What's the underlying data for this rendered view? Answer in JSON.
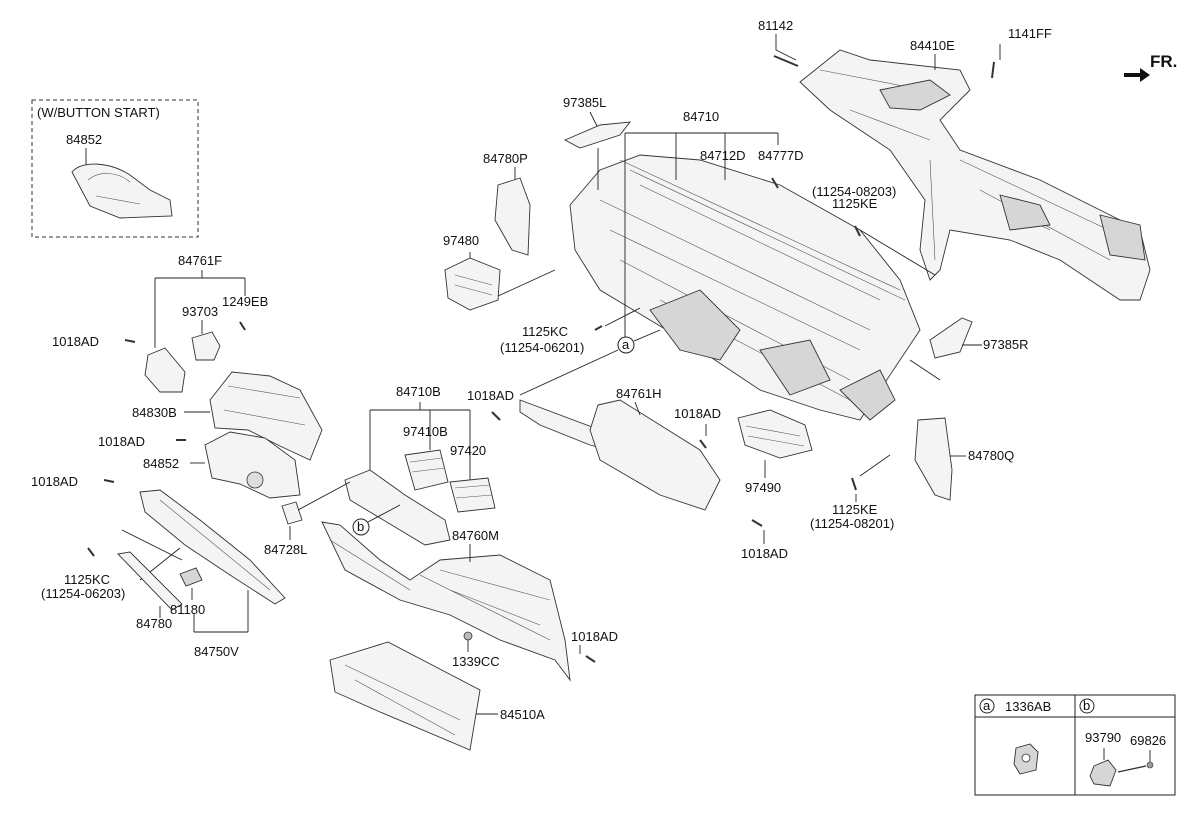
{
  "diagram": {
    "direction_label": "FR.",
    "variant_box_title": "(W/BUTTON START)",
    "callouts": {
      "c81142": "81142",
      "c84410E": "84410E",
      "c1141FF": "1141FF",
      "c97385L": "97385L",
      "c84710": "84710",
      "c84712D": "84712D",
      "c84777D": "84777D",
      "c84780P": "84780P",
      "c11254_08203": "(11254-08203)",
      "c1125KE_a": "1125KE",
      "c97480": "97480",
      "c84852_box": "84852",
      "c84761F": "84761F",
      "c93703": "93703",
      "c1249EB": "1249EB",
      "c1018AD_1": "1018AD",
      "c84830B": "84830B",
      "c1018AD_2": "1018AD",
      "c84852": "84852",
      "c1018AD_3": "1018AD",
      "c1125KC_a": "1125KC",
      "c11254_06201_a": "(11254-06201)",
      "c97385R": "97385R",
      "c84710B": "84710B",
      "c1018AD_4": "1018AD",
      "c84761H": "84761H",
      "c1018AD_5": "1018AD",
      "c97410B": "97410B",
      "c97420": "97420",
      "c84780Q": "84780Q",
      "c97490": "97490",
      "c1125KE_b": "1125KE",
      "c11254_08201": "(11254-08201)",
      "c84728L": "84728L",
      "c84760M": "84760M",
      "c1018AD_6": "1018AD",
      "c1125KC_b": "1125KC",
      "c11254_06203": "(11254-06203)",
      "c81180": "81180",
      "c84780": "84780",
      "c84750V": "84750V",
      "c1018AD_7": "1018AD",
      "c1339CC": "1339CC",
      "c84510A": "84510A"
    },
    "ref_markers": {
      "a": "a",
      "b": "b"
    },
    "legend": {
      "a_marker": "a",
      "a_part": "1336AB",
      "b_marker": "b",
      "b_part_1": "93790",
      "b_part_2": "69826"
    }
  }
}
